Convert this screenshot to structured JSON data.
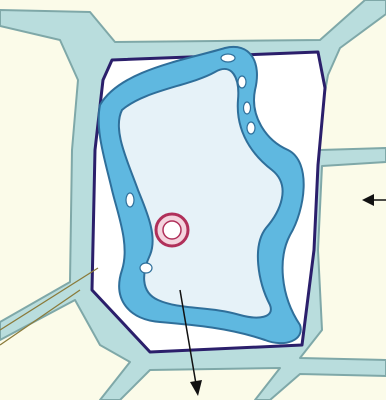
{
  "diagram": {
    "subject": "plant-cell",
    "parts": [
      {
        "id": "cell-wall",
        "label": ""
      },
      {
        "id": "plasma-membrane",
        "label": ""
      },
      {
        "id": "cytoplasm",
        "label": ""
      },
      {
        "id": "vacuole",
        "label": ""
      },
      {
        "id": "nucleus",
        "label": ""
      },
      {
        "id": "neighbouring-cells",
        "label": ""
      }
    ],
    "pointers": [
      {
        "id": "pointer-lower-left",
        "target": "cell-wall",
        "direction": "up-right",
        "label": ""
      },
      {
        "id": "pointer-right",
        "target": "cell-wall",
        "direction": "left",
        "label": ""
      },
      {
        "id": "pointer-bottom",
        "target": "vacuole",
        "direction": "down",
        "label": ""
      }
    ],
    "colors": {
      "background": "#fbfbe9",
      "cell_wall": "#b9dddd",
      "wall_outline": "#7fa8a8",
      "membrane": "#2b1f6b",
      "cytoplasm": "#5fb8e0",
      "vacuole": "#e6f2f8",
      "nucleus_ring": "#b0305a",
      "pointer_line": "#111111"
    }
  }
}
